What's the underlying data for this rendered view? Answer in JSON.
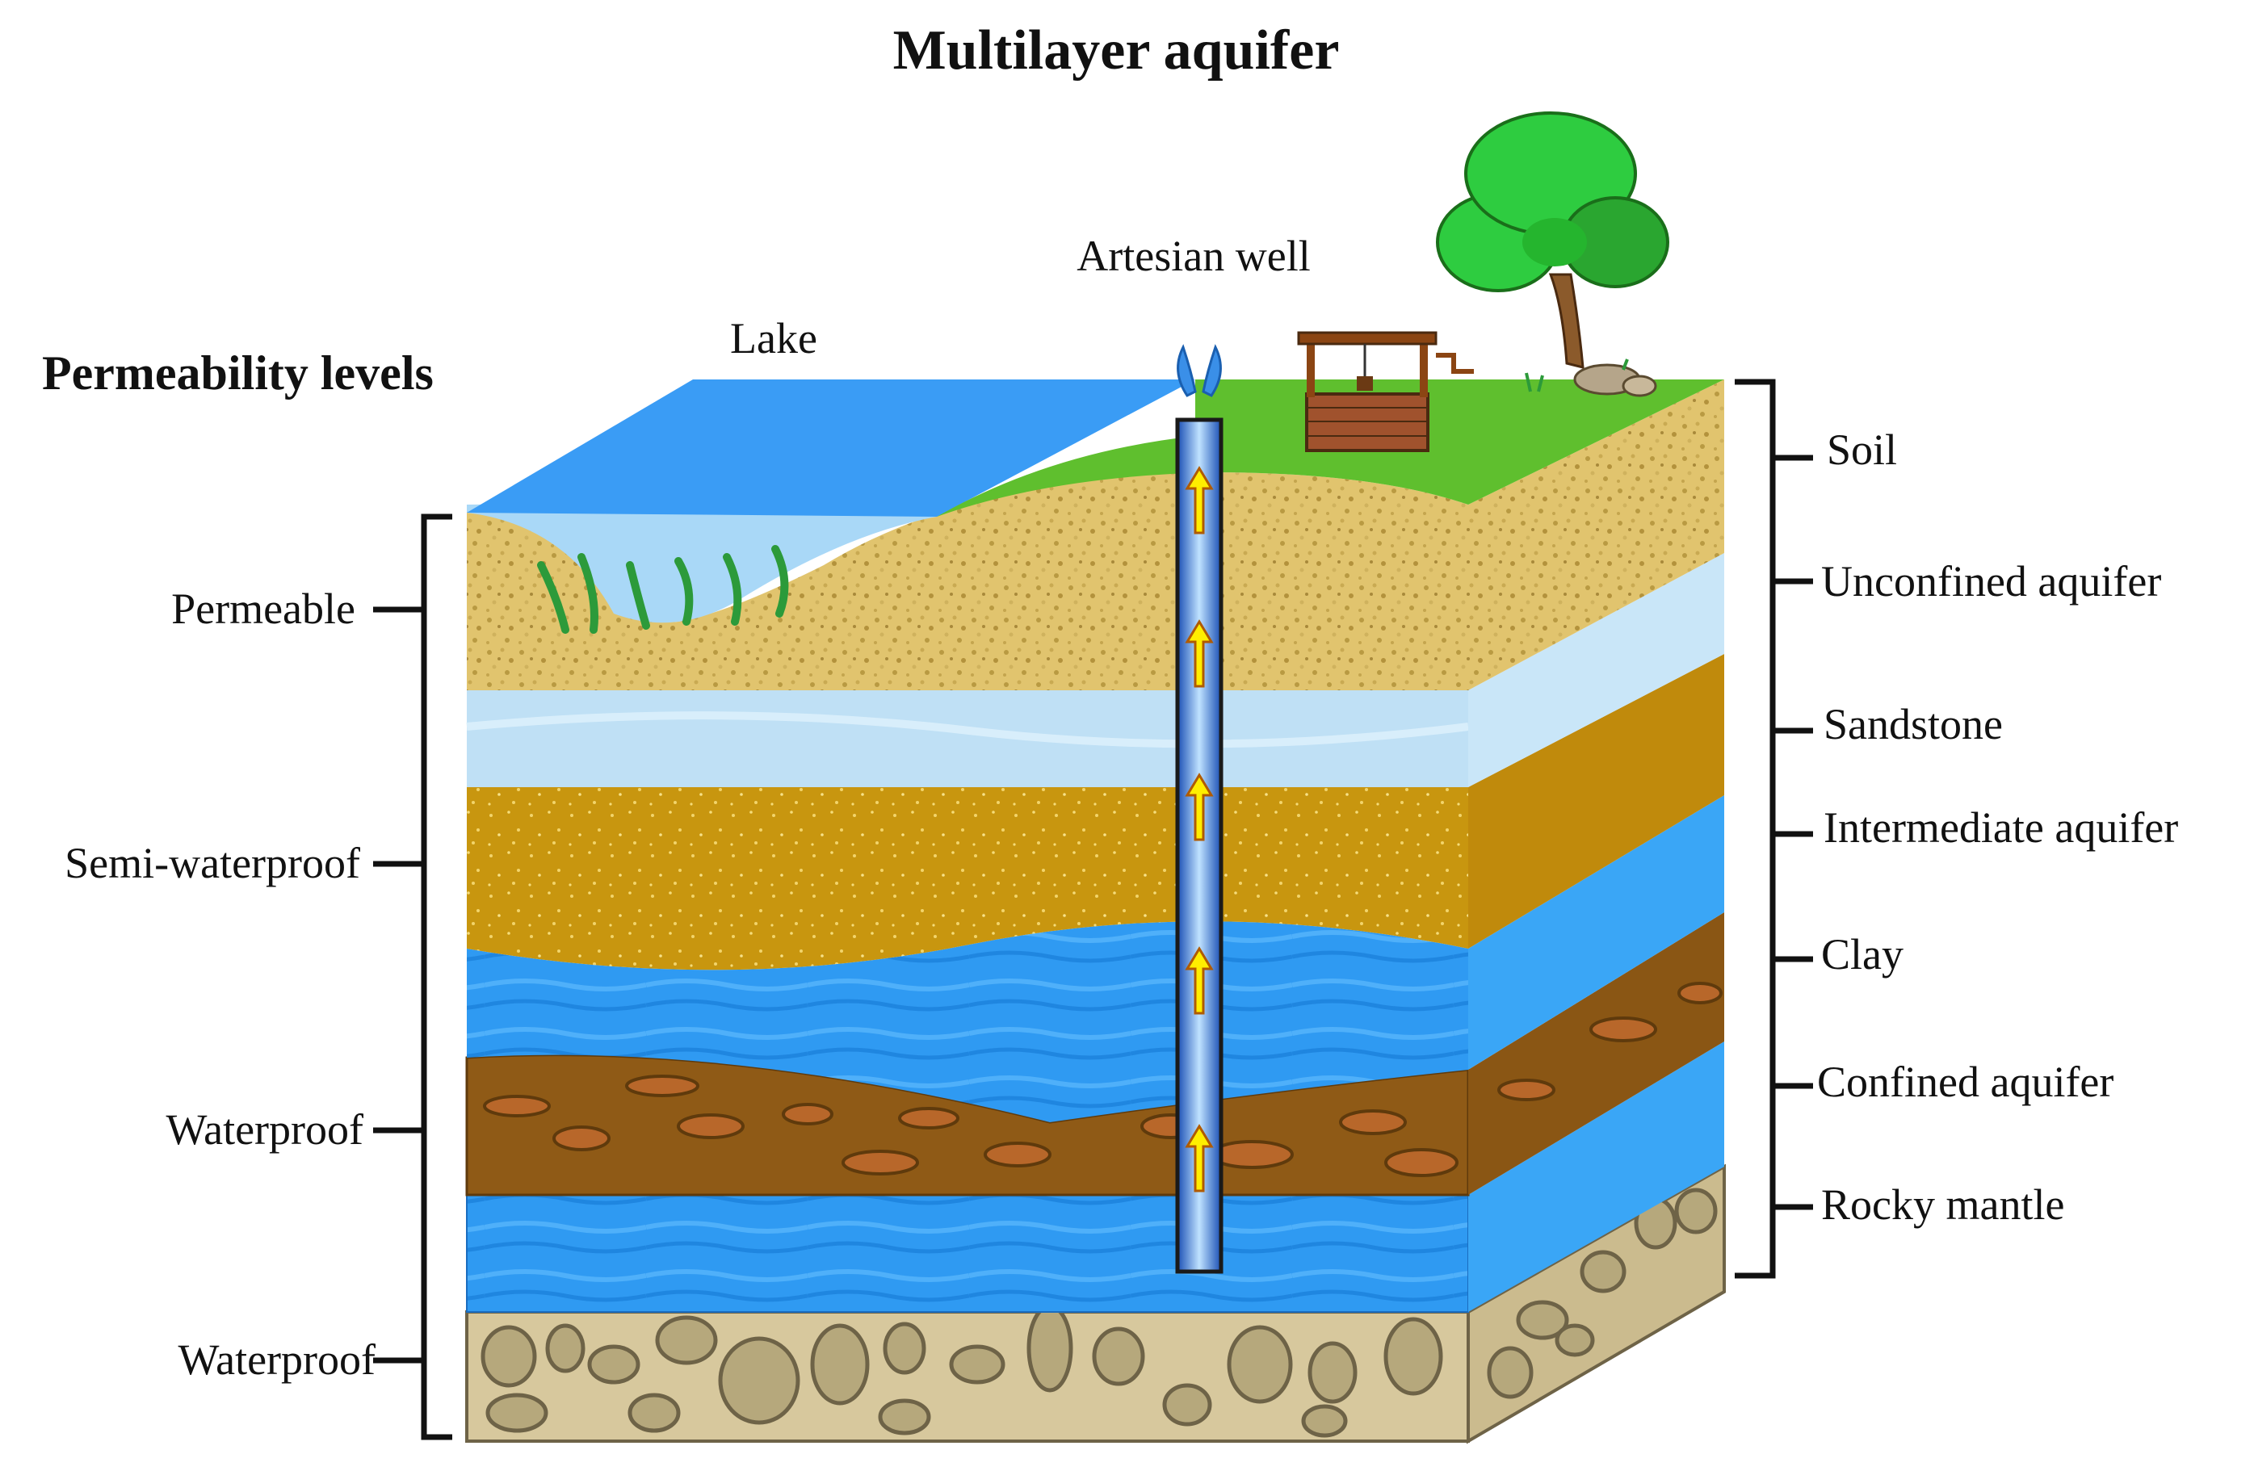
{
  "title": "Multilayer aquifer",
  "permeability_heading": "Permeability levels",
  "top_labels": {
    "lake": "Lake",
    "artesian_well": "Artesian well"
  },
  "permeability_levels": [
    "Permeable",
    "Semi-waterproof",
    "Waterproof",
    "Waterproof"
  ],
  "layers": [
    "Soil",
    "Unconfined aquifer",
    "Sandstone",
    "Intermediate aquifer",
    "Clay",
    "Confined aquifer",
    "Rocky mantle"
  ],
  "colors": {
    "lake": "#3a9cf5",
    "grass": "#5fbf2e",
    "soil": "#e0c36c",
    "unconfined_aquifer": "#bfe0f5",
    "sandstone": "#c8960f",
    "water": "#2f9af2",
    "clay": "#8f5a16",
    "rock": "#d7c89d",
    "bracket": "#111111",
    "arrow": "#ffee00"
  }
}
